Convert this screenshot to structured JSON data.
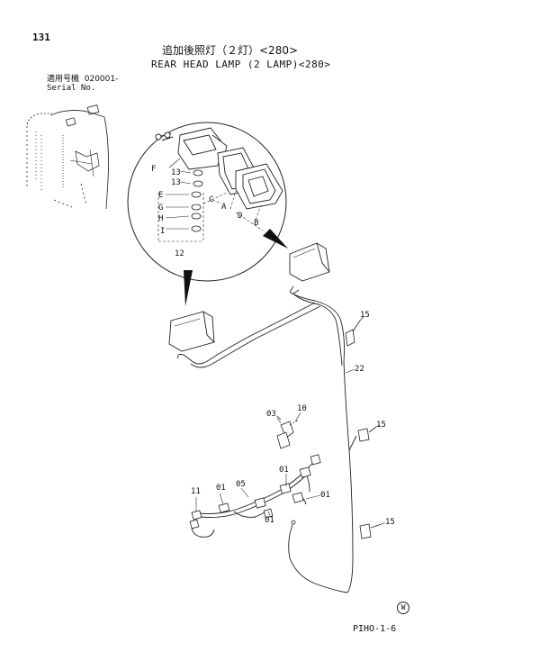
{
  "header": {
    "page_number": "131",
    "title_jp": "追加後照灯（２灯）<280>",
    "title_en": "REAR HEAD LAMP (2 LAMP)<280>",
    "serial_label_jp": "適用号機",
    "serial_value": "020001-",
    "serial_label_en": "Serial No."
  },
  "callouts": {
    "F": "F",
    "c13a": "13",
    "c13b": "13",
    "E": "E",
    "C": "C",
    "G": "G",
    "A": "A",
    "H": "H",
    "D": "D",
    "B": "B",
    "I": "I",
    "c12": "12",
    "c15a": "15",
    "c22": "22",
    "c10": "10",
    "c03": "03",
    "c15b": "15",
    "c01a": "01",
    "c11": "11",
    "c01b": "01",
    "c05": "05",
    "c01c": "01",
    "c01d": "01",
    "c15c": "15"
  },
  "footer": {
    "code": "PIHO-1-6",
    "mark": "W"
  }
}
